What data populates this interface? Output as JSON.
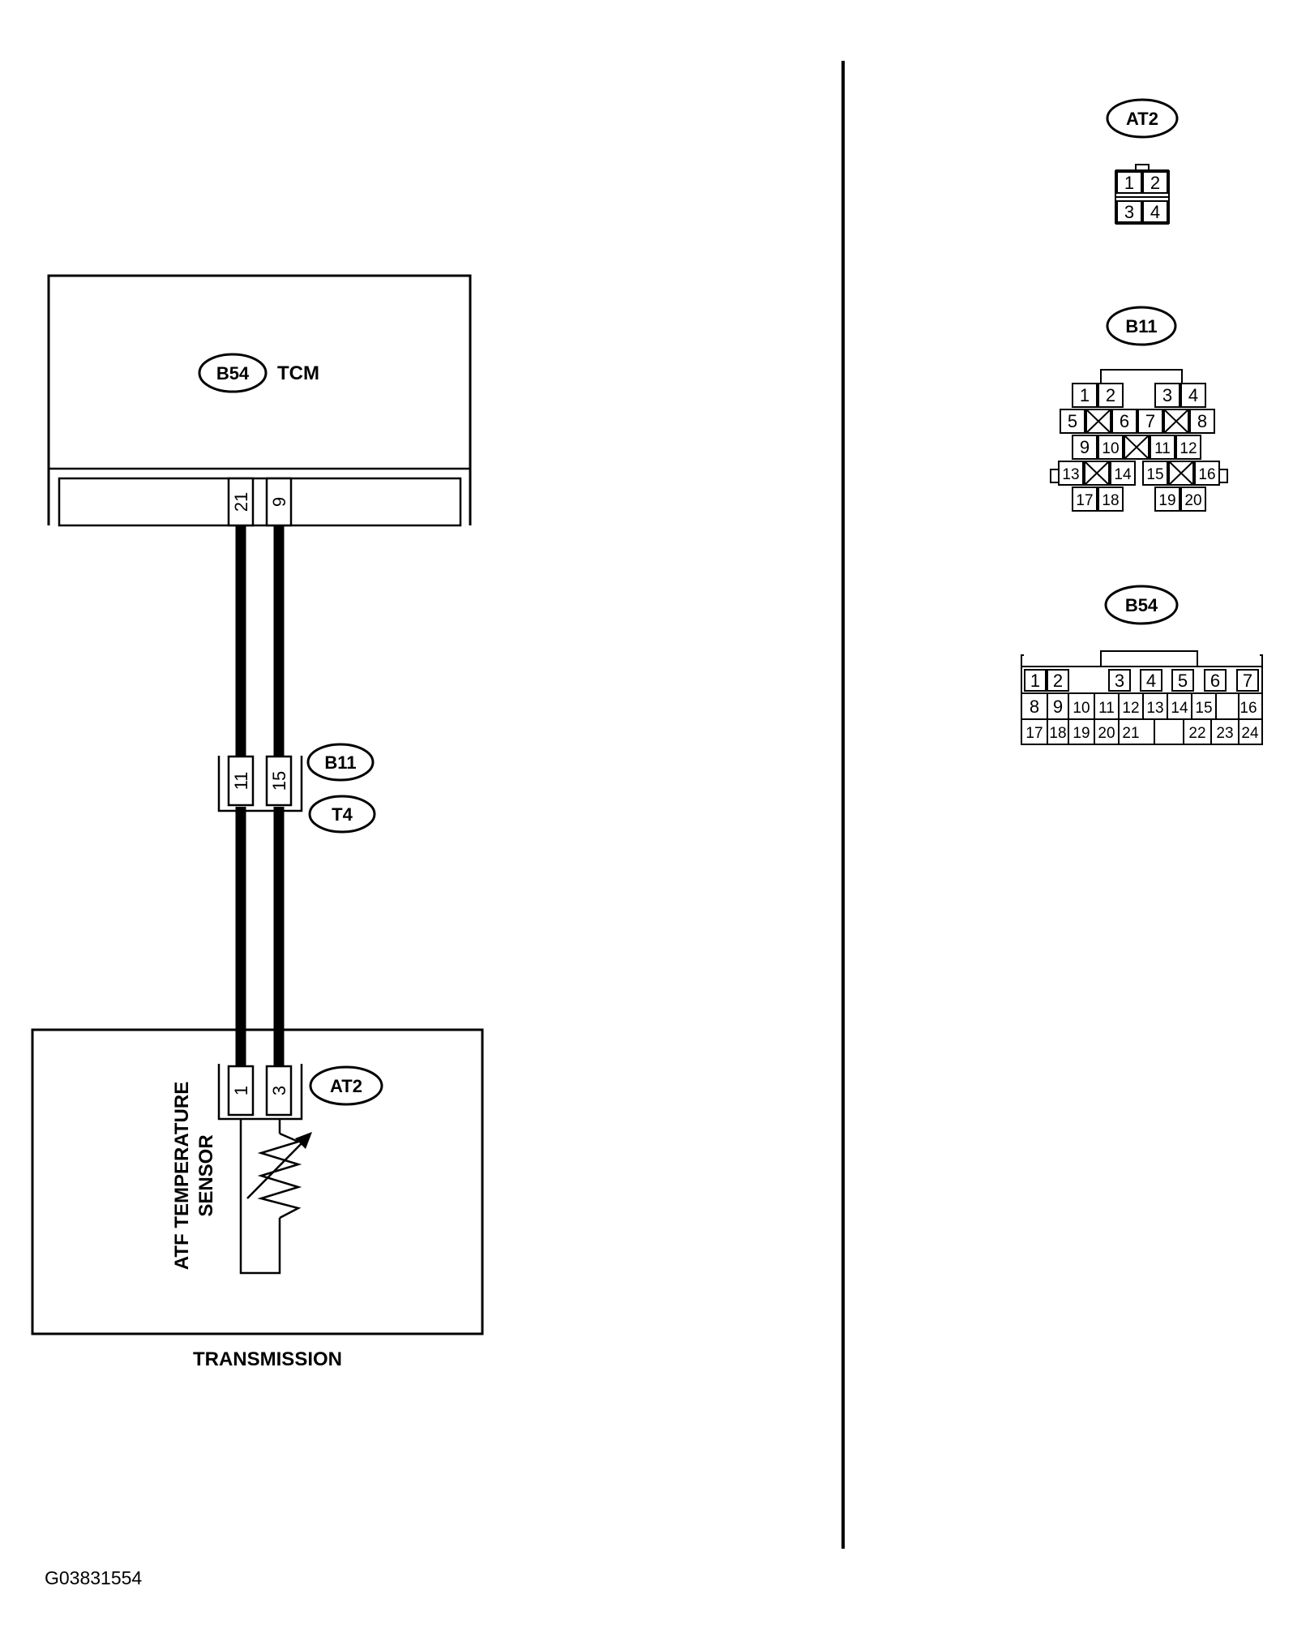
{
  "tcm": {
    "code": "B54",
    "name": "TCM",
    "pins": [
      "21",
      "9"
    ]
  },
  "joint": {
    "codes": [
      "B11",
      "T4"
    ],
    "pins": [
      "11",
      "15"
    ]
  },
  "sensor": {
    "code": "AT2",
    "name_line1": "ATF TEMPERATURE",
    "name_line2": "SENSOR",
    "pins": [
      "1",
      "3"
    ]
  },
  "transmission_label": "TRANSMISSION",
  "reference": "G03831554",
  "connectors": {
    "at2": {
      "code": "AT2",
      "pins": [
        "1",
        "2",
        "3",
        "4"
      ]
    },
    "b11": {
      "code": "B11",
      "pins": [
        "1",
        "2",
        "3",
        "4",
        "5",
        "6",
        "7",
        "8",
        "9",
        "10",
        "11",
        "12",
        "13",
        "14",
        "15",
        "16",
        "17",
        "18",
        "19",
        "20"
      ]
    },
    "b54": {
      "code": "B54",
      "pins": [
        "1",
        "2",
        "3",
        "4",
        "5",
        "6",
        "7",
        "8",
        "9",
        "10",
        "11",
        "12",
        "13",
        "14",
        "15",
        "16",
        "17",
        "18",
        "19",
        "20",
        "21",
        "22",
        "23",
        "24"
      ]
    }
  }
}
